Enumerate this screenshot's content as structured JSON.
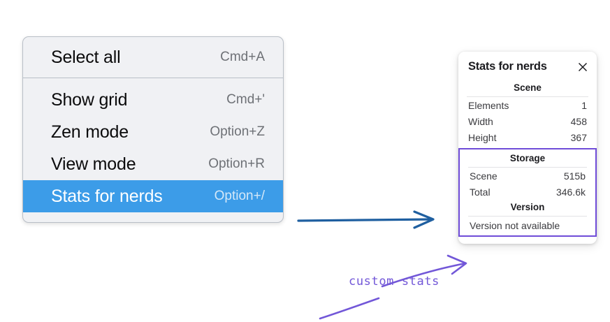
{
  "context_menu": {
    "sections": [
      {
        "items": [
          {
            "label": "Select all",
            "shortcut": "Cmd+A",
            "highlighted": false
          }
        ]
      },
      {
        "items": [
          {
            "label": "Show grid",
            "shortcut": "Cmd+'",
            "highlighted": false
          },
          {
            "label": "Zen mode",
            "shortcut": "Option+Z",
            "highlighted": false
          },
          {
            "label": "View mode",
            "shortcut": "Option+R",
            "highlighted": false
          },
          {
            "label": "Stats for nerds",
            "shortcut": "Option+/",
            "highlighted": true
          }
        ]
      }
    ],
    "highlight_color": "#3C9CE8",
    "background_color": "#F0F1F4"
  },
  "stats_panel": {
    "title": "Stats for nerds",
    "close_icon": "close-icon",
    "sections": [
      {
        "name": "scene",
        "heading": "Scene",
        "outlined": false,
        "rows": [
          {
            "key": "Elements",
            "value": "1"
          },
          {
            "key": "Width",
            "value": "458"
          },
          {
            "key": "Height",
            "value": "367"
          }
        ]
      },
      {
        "name": "storage",
        "heading": "Storage",
        "outlined": true,
        "rows": [
          {
            "key": "Scene",
            "value": "515b"
          },
          {
            "key": "Total",
            "value": "346.6k"
          }
        ]
      },
      {
        "name": "version",
        "heading": "Version",
        "outlined": true,
        "text": "Version not available"
      }
    ],
    "outline_color": "#6F4CD8"
  },
  "annotations": {
    "blue_arrow": {
      "name": "blue-pointer-arrow",
      "color": "#1F5FA0"
    },
    "purple_note": {
      "text": "custom stats",
      "color": "#7257D8"
    }
  }
}
